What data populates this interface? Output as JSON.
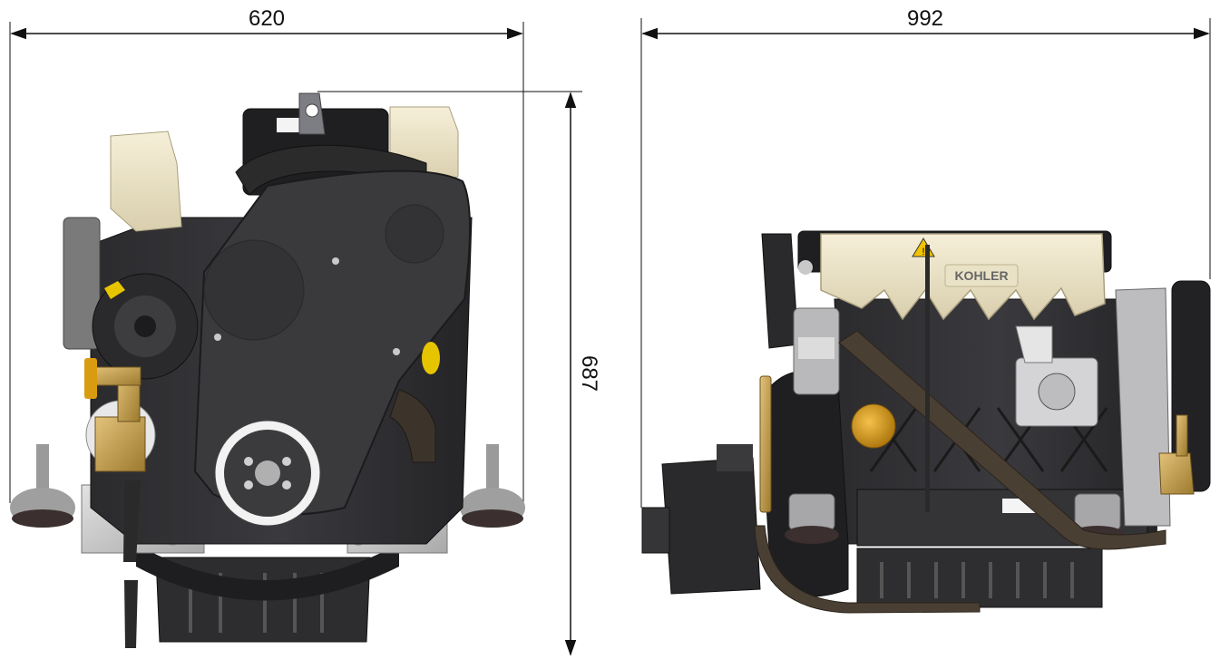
{
  "dimensions": {
    "front_width": "620",
    "side_length": "992",
    "height": "687"
  },
  "brand": {
    "logo_text": "KOHLER"
  },
  "colors": {
    "dimension_line": "#111111",
    "engine_block": "#2a2a2c",
    "engine_block_dark": "#1c1c1e",
    "belt_cover": "#3a3a3d",
    "manifold_cream": "#eee6cc",
    "manifold_shadow": "#cfc6a4",
    "brass": "#c9a24a",
    "galvanized": "#c8c8c8",
    "mount_rubber": "#3b2f2f",
    "hose": "#4a3f33",
    "yellow_accent": "#e6c500"
  }
}
